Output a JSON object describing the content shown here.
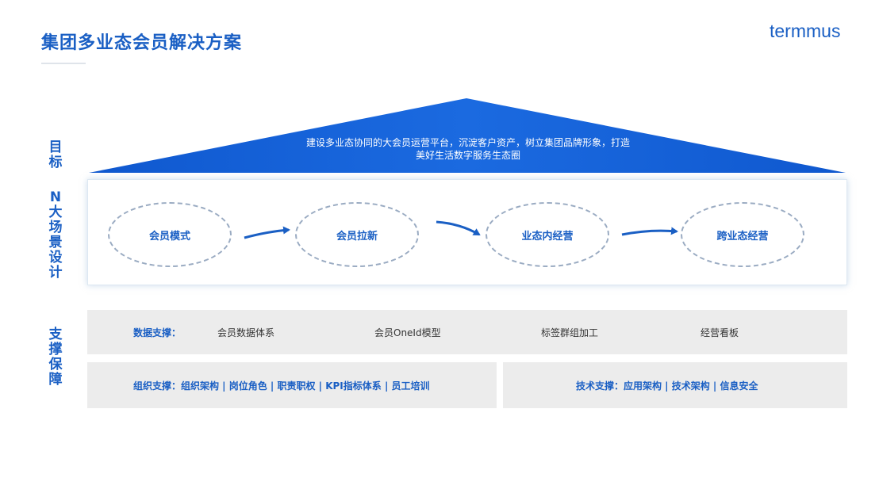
{
  "header": {
    "title": "集团多业态会员解决方案",
    "logo": "termmus"
  },
  "side_labels": {
    "goal": "目\n标",
    "scenarios": "N\n大\n场\n景\n设\n计",
    "support": "支\n撑\n保\n障"
  },
  "goal": {
    "line1": "建设多业态协同的大会员运营平台，沉淀客户资产，树立集团品牌形象，打造",
    "line2": "美好生活数字服务生态圈"
  },
  "scenarios": [
    "会员模式",
    "会员拉新",
    "业态内经营",
    "跨业态经营"
  ],
  "data_support": {
    "label": "数据支撑：",
    "items": [
      "会员数据体系",
      "会员OneId模型",
      "标签群组加工",
      "经营看板"
    ]
  },
  "org_support": "组织支撑：组织架构 | 岗位角色 | 职责职权 | KPI指标体系 | 员工培训",
  "tech_support": "技术支撑：应用架构 | 技术架构 | 信息安全",
  "colors": {
    "primary": "#1a5fc4",
    "roof": "#1565d8",
    "support_bg": "#ececec",
    "ellipse_border": "#9aabc2"
  }
}
